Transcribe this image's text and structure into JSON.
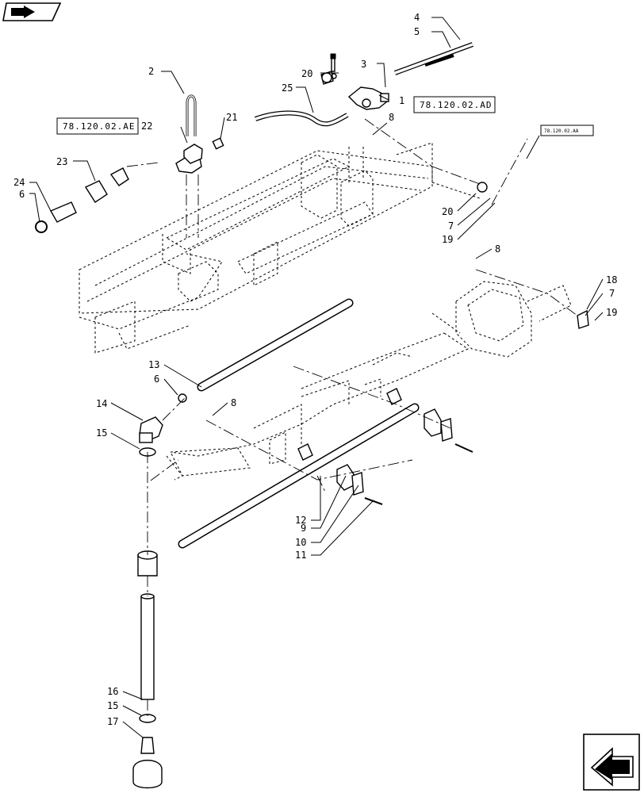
{
  "references": {
    "ref_ad": "78.120.02.AD",
    "ref_ae": "78.120.02.AE",
    "ref_small": "78.120.02.AA"
  },
  "callouts": {
    "c1": "1",
    "c2": "2",
    "c3": "3",
    "c4": "4",
    "c5": "5",
    "c6a": "6",
    "c6b": "6",
    "c7a": "7",
    "c7b": "7",
    "c8a": "8",
    "c8b": "8",
    "c8c": "8",
    "c9": "9",
    "c10": "10",
    "c11": "11",
    "c12": "12",
    "c13": "13",
    "c14": "14",
    "c15a": "15",
    "c15b": "15",
    "c16": "16",
    "c17": "17",
    "c18": "18",
    "c19a": "19",
    "c19b": "19",
    "c20a": "20",
    "c20b": "20",
    "c21": "21",
    "c22": "22",
    "c23": "23",
    "c24": "24",
    "c25": "25"
  },
  "icons": {
    "top_left": "book-navigation-icon",
    "bottom_right": "next-page-arrow-icon"
  }
}
